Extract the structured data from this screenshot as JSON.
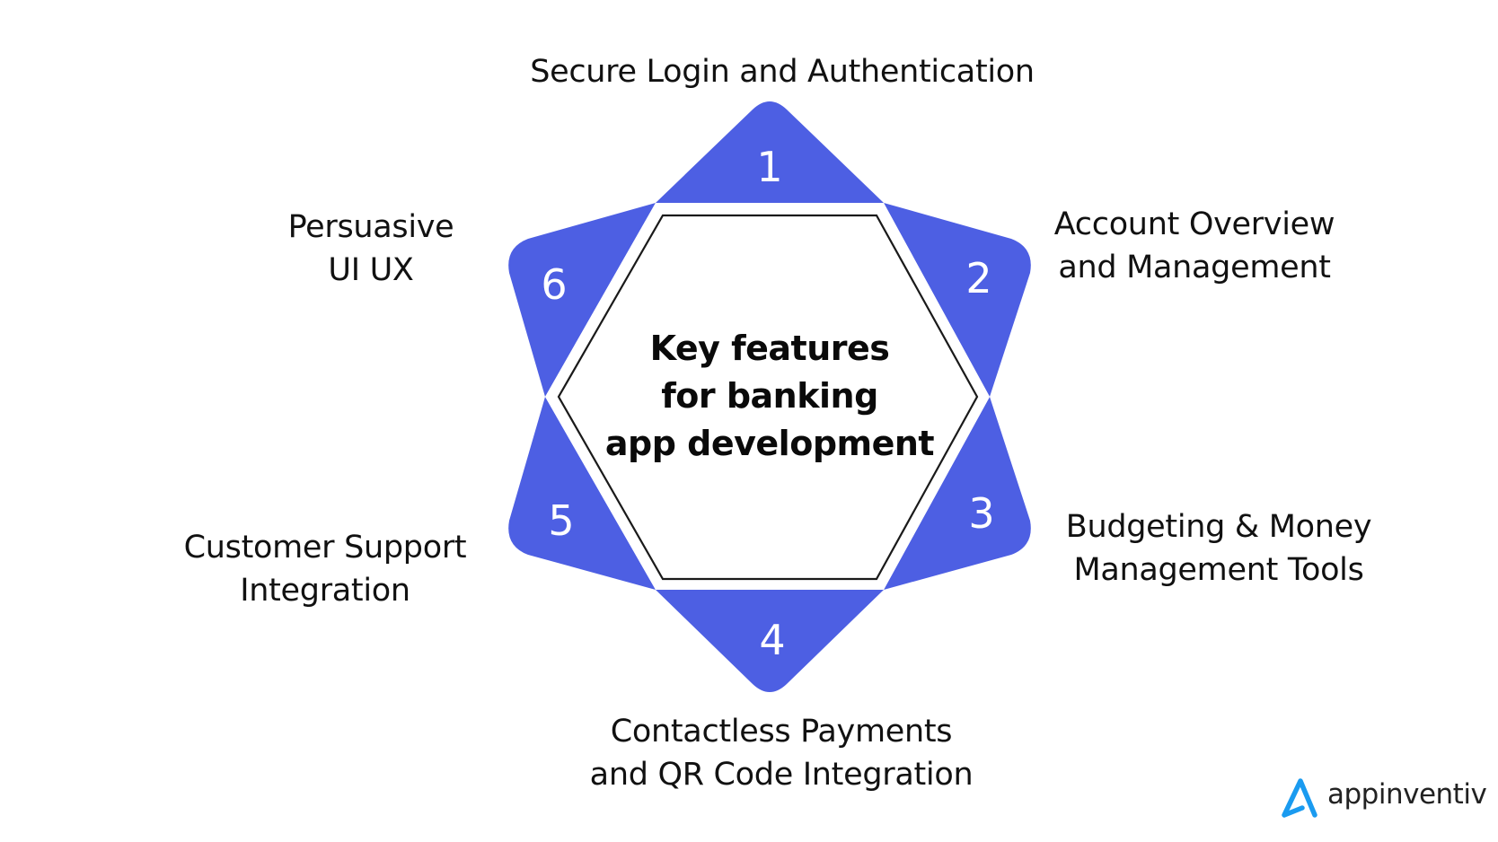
{
  "diagram": {
    "title_lines": [
      "Key features",
      "for banking",
      "app development"
    ],
    "accent_color": "#4d5fe3",
    "features": [
      {
        "number": "1",
        "lines": [
          "Secure Login and Authentication"
        ]
      },
      {
        "number": "2",
        "lines": [
          "Account Overview",
          "and Management"
        ]
      },
      {
        "number": "3",
        "lines": [
          "Budgeting & Money",
          "Management Tools"
        ]
      },
      {
        "number": "4",
        "lines": [
          "Contactless Payments",
          "and QR Code Integration"
        ]
      },
      {
        "number": "5",
        "lines": [
          "Customer Support",
          "Integration"
        ]
      },
      {
        "number": "6",
        "lines": [
          "Persuasive",
          "UI UX"
        ]
      }
    ]
  },
  "brand": {
    "name": "appinventiv",
    "icon": "appinventiv-a-logo-icon",
    "color": "#1a9bf0"
  }
}
